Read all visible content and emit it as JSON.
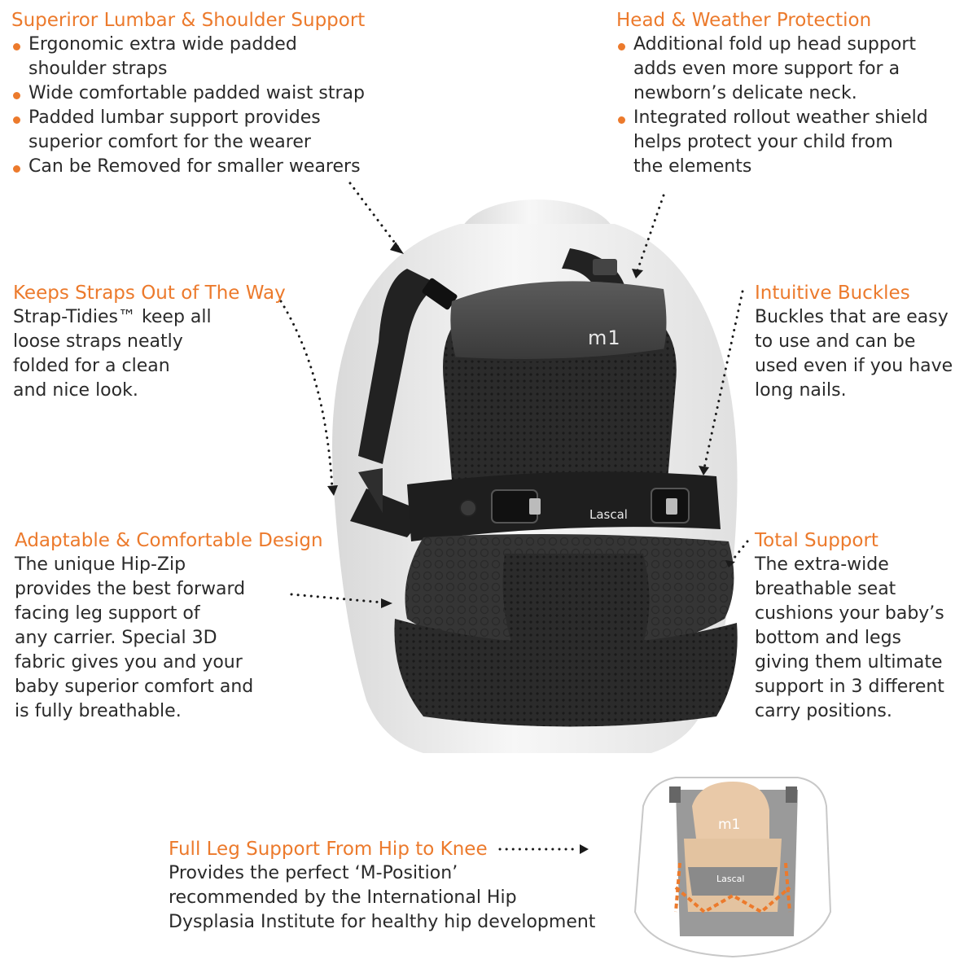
{
  "colors": {
    "accent": "#ec7a2c",
    "text": "#2a2a2a",
    "carrier": "#262626",
    "mannequin": "#f2f2f2"
  },
  "features": {
    "lumbar": {
      "title": "Superiror Lumbar & Shoulder Support",
      "bullets": [
        "Ergonomic extra wide padded\nshoulder straps",
        "Wide comfortable padded waist strap",
        "Padded lumbar support provides\nsuperior comfort for the wearer",
        "Can be Removed for smaller wearers"
      ]
    },
    "head": {
      "title": "Head & Weather Protection",
      "bullets": [
        "Additional fold up head support\nadds even more support for a\nnewborn’s delicate neck.",
        "Integrated rollout weather shield\nhelps protect your child from\nthe elements"
      ]
    },
    "straps": {
      "title": "Keeps Straps Out of The Way",
      "body": "Strap-Tidies™ keep all\nloose straps neatly\nfolded for a clean\nand nice look."
    },
    "buckles": {
      "title": "Intuitive Buckles",
      "body": "Buckles that are easy\nto use and can be\nused even if you have\nlong nails."
    },
    "design": {
      "title": "Adaptable & Comfortable Design",
      "body": "The unique Hip-Zip\nprovides the best forward\nfacing leg support of\nany carrier. Special 3D\nfabric gives you and your\nbaby superior comfort and\nis fully breathable."
    },
    "support": {
      "title": "Total Support",
      "body": "The extra-wide\nbreathable seat\ncushions your baby’s\nbottom and legs\ngiving them ultimate\nsupport in 3 different\ncarry positions."
    },
    "leg": {
      "title": "Full Leg Support From Hip to Knee",
      "body": "Provides the perfect ‘M-Position’\nrecommended by the International Hip\nDysplasia Institute for healthy hip development"
    }
  },
  "product": {
    "logo_mark": "m1",
    "brand": "Lascal",
    "diagram_brand": "Lascal"
  }
}
